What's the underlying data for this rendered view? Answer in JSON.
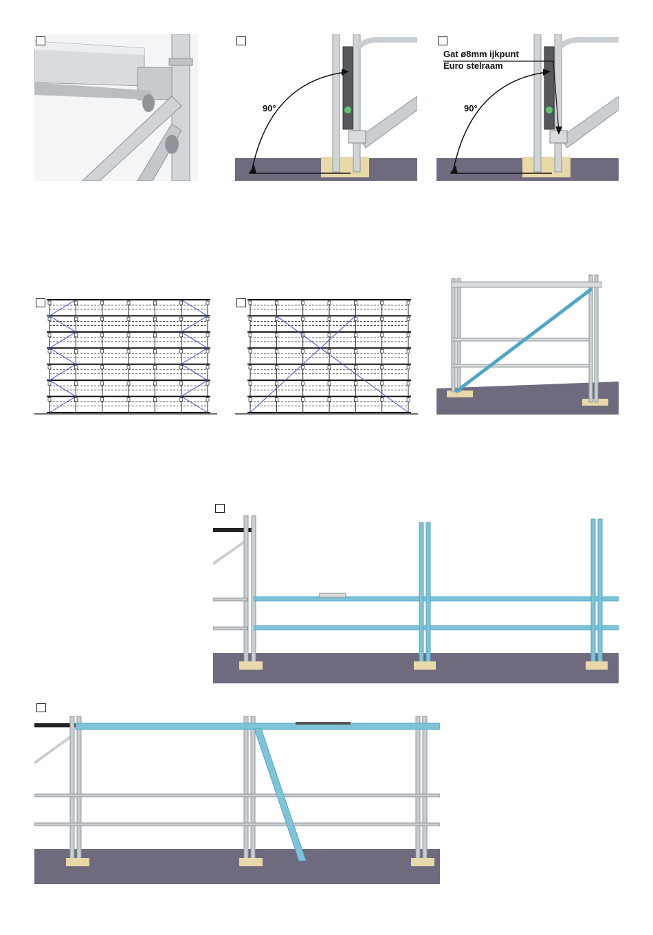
{
  "panels": {
    "detail_coupler": {
      "marker": ""
    },
    "level_check": {
      "marker": "",
      "angle_label": "90°"
    },
    "reference_hole": {
      "marker": "",
      "angle_label": "90°",
      "callout_line1": "Gat ø8mm ijkpunt",
      "callout_line2": "Euro stelraam"
    },
    "bracing_pattern_a": {
      "marker": ""
    },
    "bracing_pattern_b": {
      "marker": ""
    },
    "frame_with_diagonal": {},
    "frames_with_ledgers": {
      "marker": ""
    },
    "deck_and_diagonal": {
      "marker": ""
    }
  },
  "colors": {
    "highlight": "#7fc3d8",
    "steel": "#c9ced2",
    "ground": "#6f6a7e",
    "wood": "#e8d9a8",
    "brace_line": "#3a4fd0"
  },
  "icons": [
    "scaffold-coupler-icon",
    "spirit-level-icon",
    "scaffold-frame-icon"
  ]
}
